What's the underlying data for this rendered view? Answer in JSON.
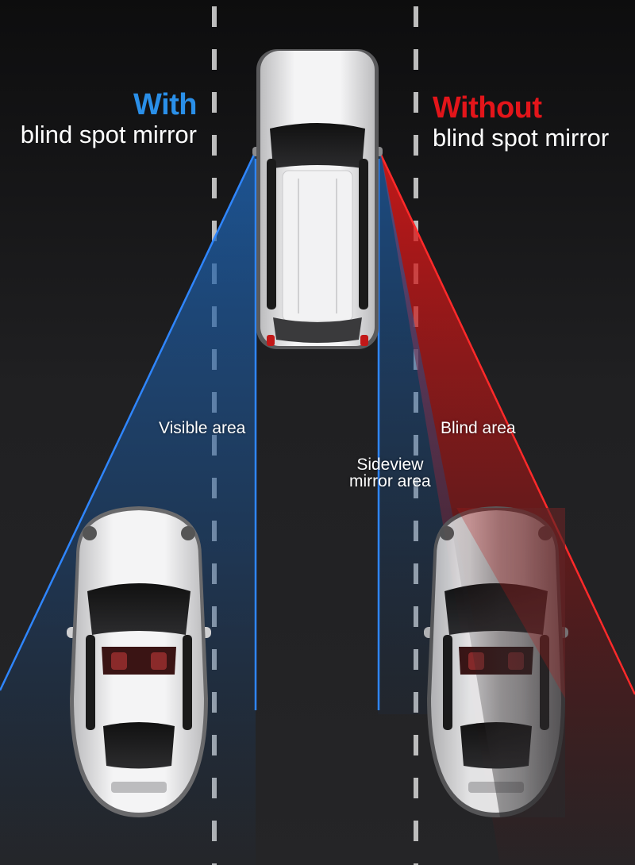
{
  "header_left": {
    "accent": "With",
    "subtitle": "blind spot mirror"
  },
  "header_right": {
    "accent": "Without",
    "subtitle": "blind spot mirror"
  },
  "zone_labels": {
    "visible": "Visible area",
    "blind": "Blind area",
    "sideview_line1": "Sideview",
    "sideview_line2": "mirror area"
  },
  "colors": {
    "background": "#1c1c1e",
    "lane_marking": "#bdbdbd",
    "visible_beam": "#1f5fa8",
    "beam_edge": "#2f86ff",
    "blind_beam": "#d41818",
    "with_accent": "#2a8fe8",
    "without_accent": "#e3151a",
    "car_body": "#e9e9ea"
  },
  "icons": {
    "lead_car": "suv-top-view",
    "follow_car": "sports-car-top-view"
  }
}
